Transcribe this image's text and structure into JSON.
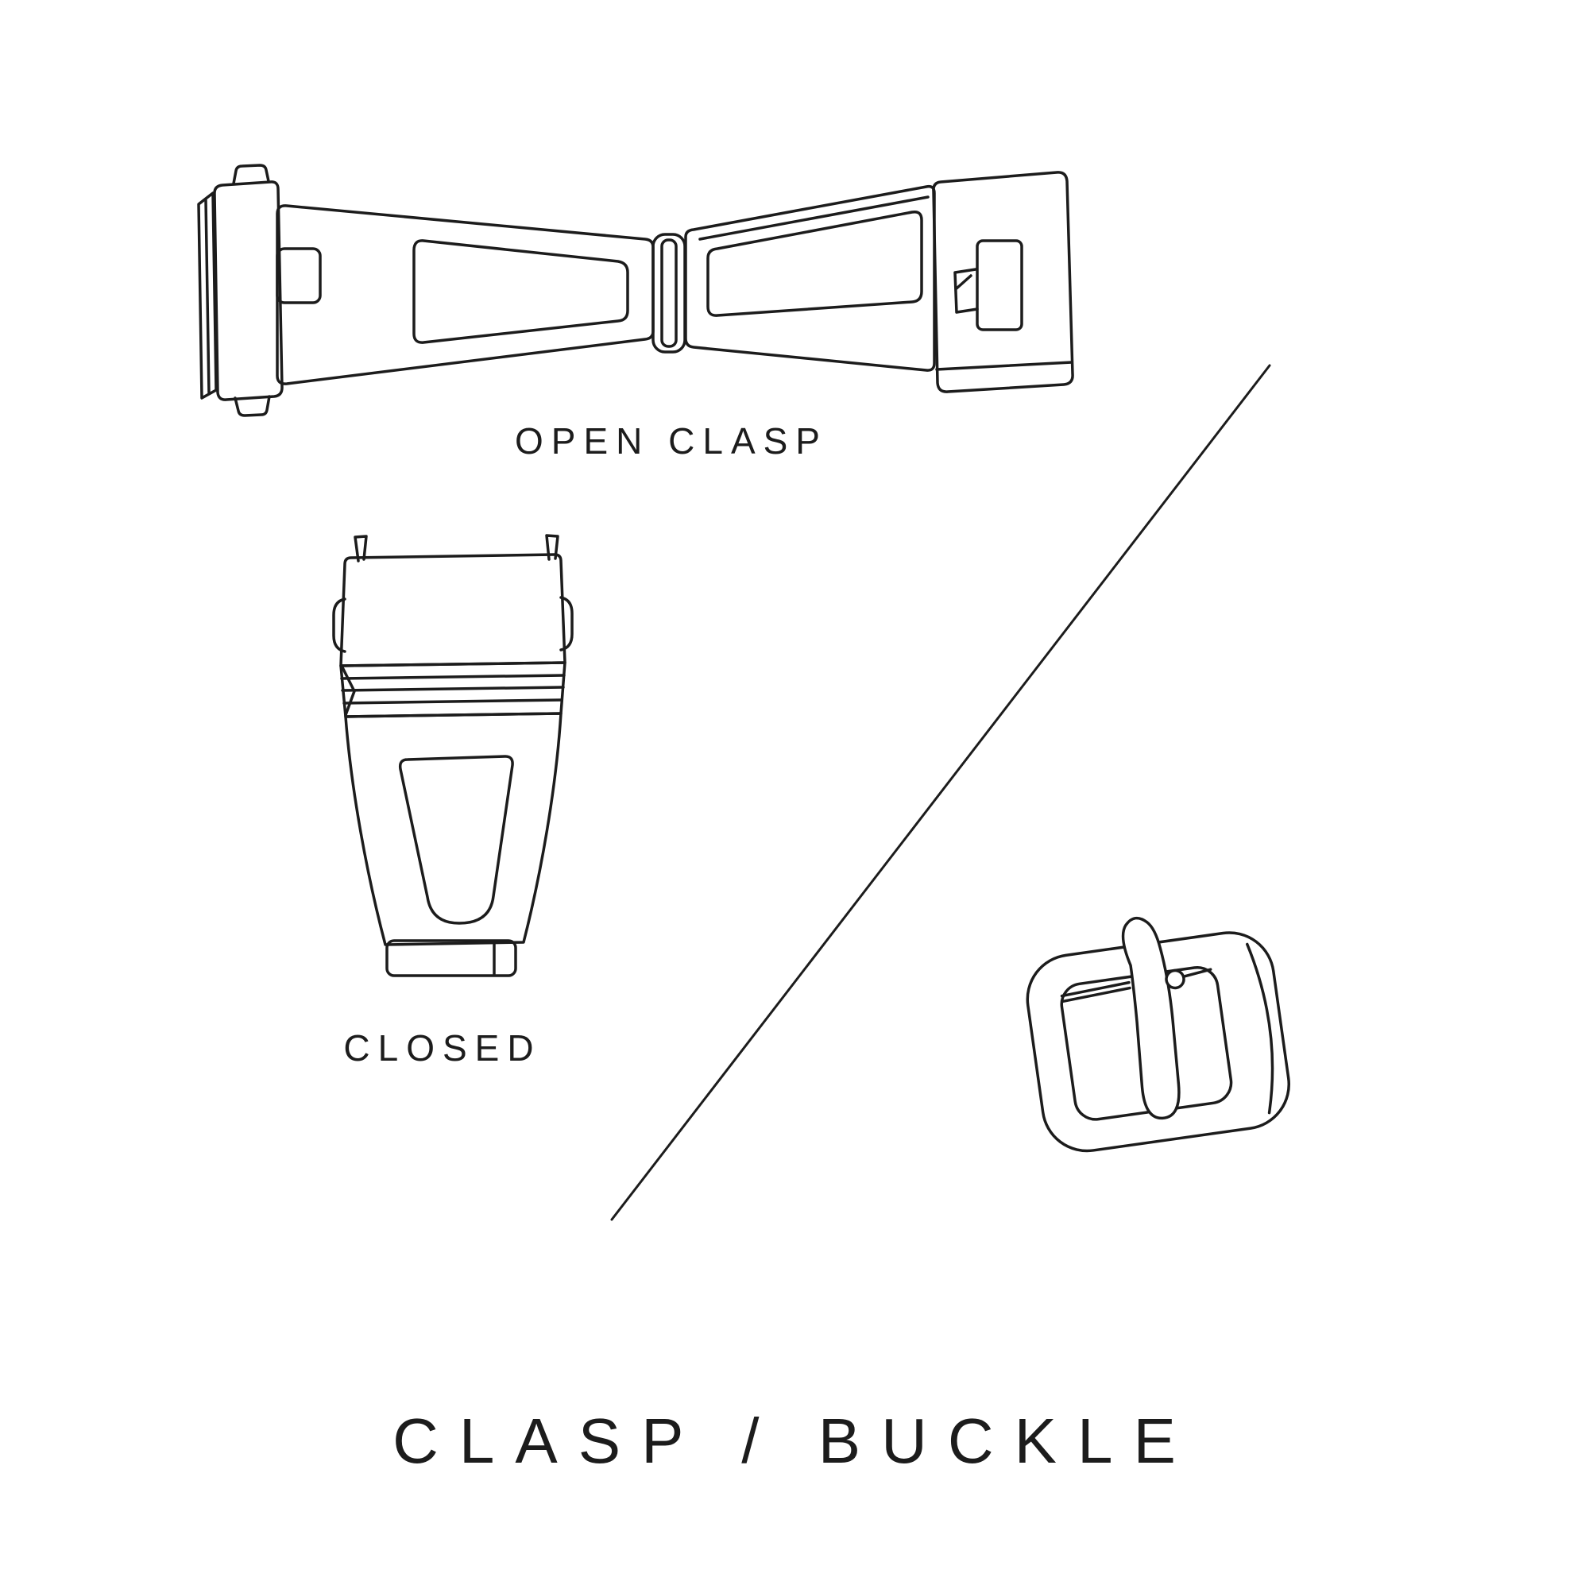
{
  "labels": {
    "open_clasp": "OPEN CLASP",
    "closed_clasp": "CLOSED",
    "title": "CLASP / BUCKLE"
  },
  "illustrations": [
    {
      "name": "open-clasp",
      "description": "watch deployment clasp shown open"
    },
    {
      "name": "closed-clasp",
      "description": "watch deployment clasp shown closed"
    },
    {
      "name": "buckle",
      "description": "watch strap pin buckle"
    }
  ],
  "colors": {
    "background": "#ffffff",
    "line": "#1c1c1c",
    "text": "#1c1c1c"
  }
}
